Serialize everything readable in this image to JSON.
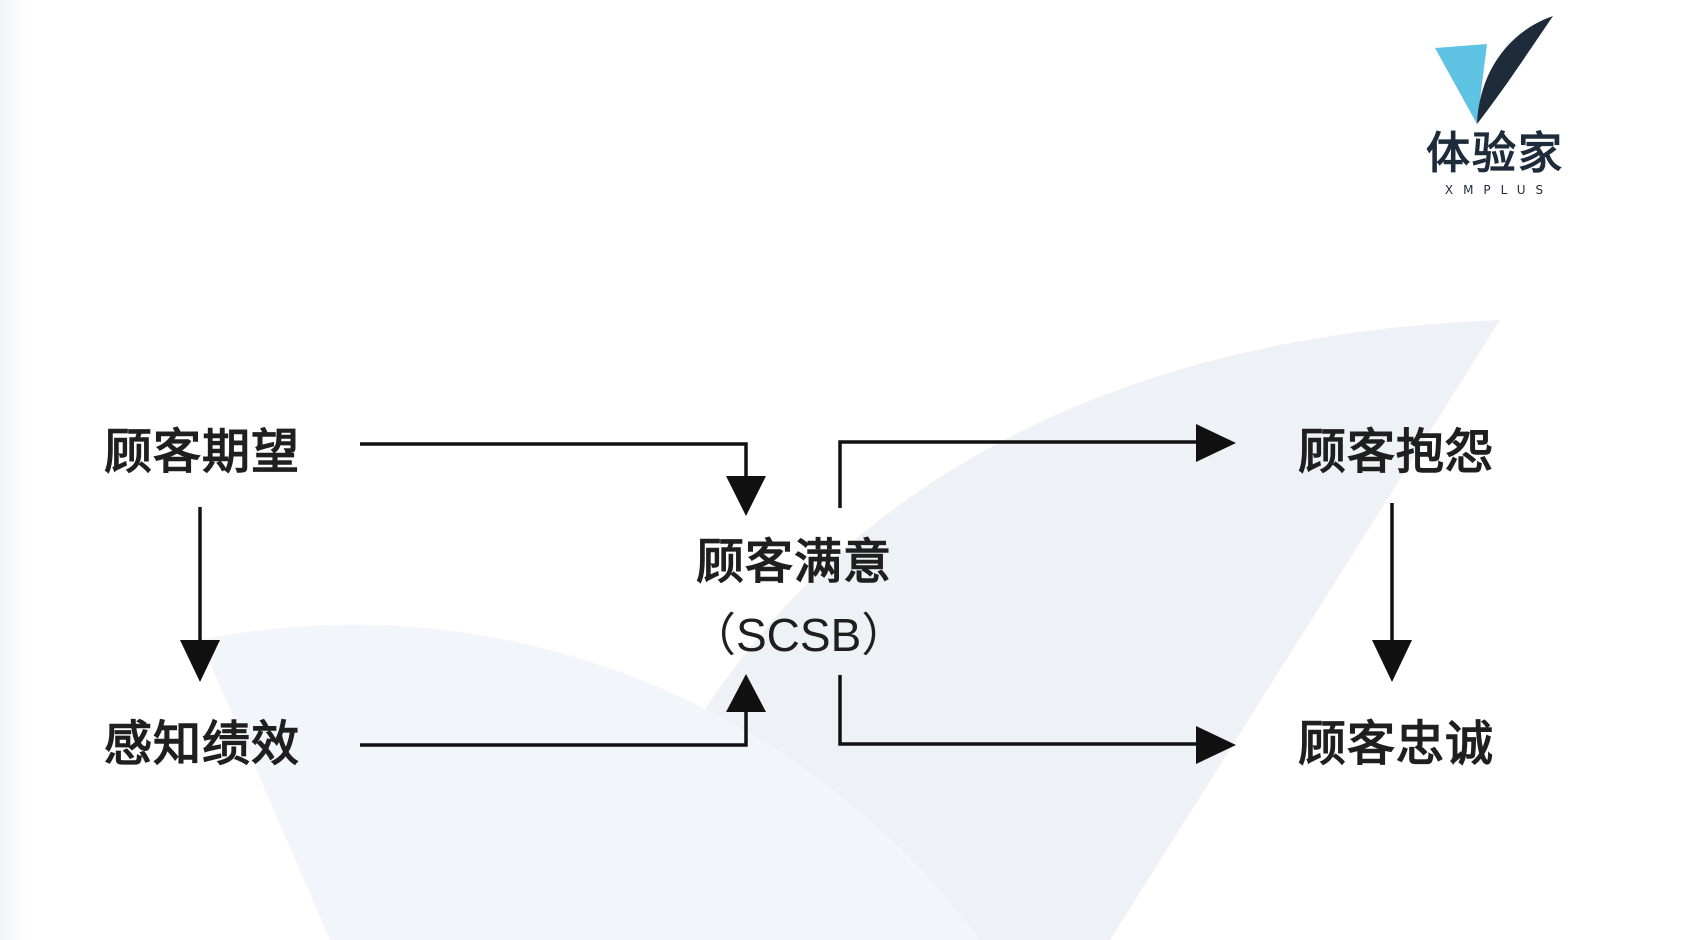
{
  "logo": {
    "name_cn": "体验家",
    "name_en": "XMPLUS",
    "colors": {
      "dark": "#1d2b3a",
      "light": "#5fc3e4"
    }
  },
  "diagram": {
    "nodes": {
      "expectation": "顾客期望",
      "perceived_performance": "感知绩效",
      "satisfaction": "顾客满意",
      "satisfaction_sub": "（SCSB）",
      "complaint": "顾客抱怨",
      "loyalty": "顾客忠诚"
    },
    "edges": [
      {
        "from": "expectation",
        "to": "satisfaction"
      },
      {
        "from": "expectation",
        "to": "perceived_performance"
      },
      {
        "from": "perceived_performance",
        "to": "satisfaction"
      },
      {
        "from": "satisfaction",
        "to": "complaint"
      },
      {
        "from": "satisfaction",
        "to": "loyalty"
      },
      {
        "from": "complaint",
        "to": "loyalty"
      }
    ]
  }
}
